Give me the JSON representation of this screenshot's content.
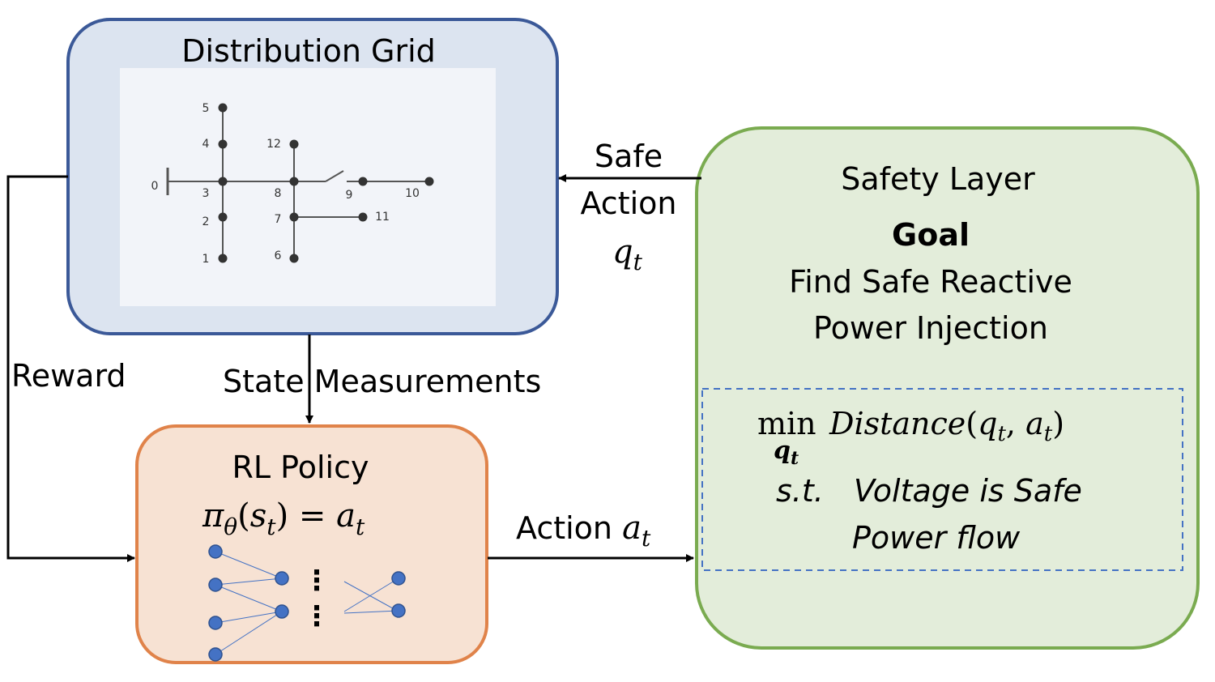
{
  "grid": {
    "title": "Distribution Grid",
    "nodes": [
      "0",
      "1",
      "2",
      "3",
      "4",
      "5",
      "6",
      "7",
      "8",
      "9",
      "10",
      "11",
      "12"
    ]
  },
  "safety": {
    "title": "Safety Layer",
    "goal_heading": "Goal",
    "goal_line1": "Find Safe Reactive",
    "goal_line2": "Power Injection",
    "min_word": "min",
    "min_var": "q",
    "min_var_sub": "t",
    "objective_name": "Distance",
    "objective_args_open": "(",
    "arg1": "q",
    "arg1_sub": "t",
    "comma": ", ",
    "arg2": "a",
    "arg2_sub": "t",
    "objective_args_close": ")",
    "st": "s.t.",
    "constraint1": "Voltage is Safe",
    "constraint2": "Power flow"
  },
  "policy": {
    "title": "RL Policy",
    "pi": "π",
    "pi_sub": "θ",
    "arg_open": "(",
    "s": "s",
    "s_sub": "t",
    "rhs": ") = ",
    "a": "a",
    "a_sub": "t",
    "ellipsis": "⋮"
  },
  "arrows": {
    "safe_line1": "Safe",
    "safe_line2": "Action",
    "safe_var": "q",
    "safe_var_sub": "t",
    "state_label": "State Measurements",
    "reward_label": "Reward",
    "action_word": "Action ",
    "action_var": "a",
    "action_var_sub": "t"
  },
  "colors": {
    "grid_fill": "#dce4f0",
    "grid_stroke": "#3b5998",
    "safety_fill": "#e3edda",
    "safety_stroke": "#7aab50",
    "policy_fill": "#f7e2d3",
    "policy_stroke": "#e0834a",
    "neuron": "#4472c4",
    "dashed": "#4472c4"
  }
}
